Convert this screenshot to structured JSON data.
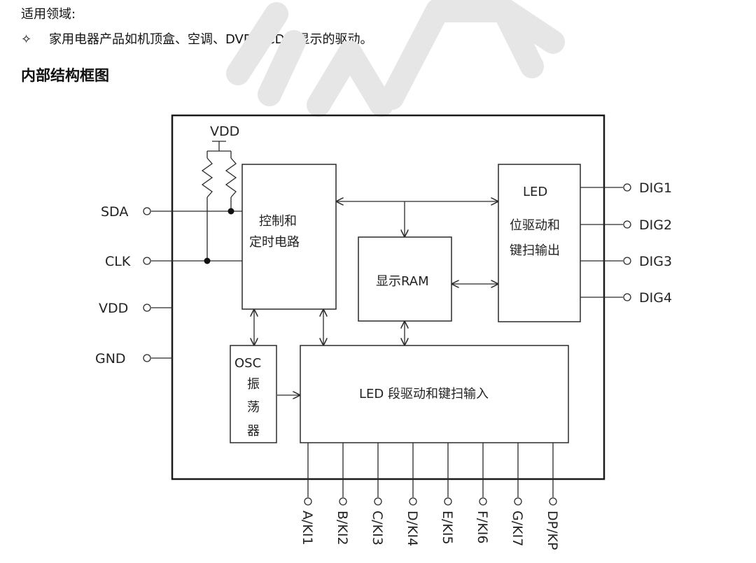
{
  "application": {
    "label": "适用领域:",
    "bullet": "✧",
    "item": "家用电器产品如机顶盒、空调、DVD/VCD等显示的驱动。"
  },
  "section_title": "内部结构框图",
  "diagram": {
    "left_pins": [
      "SDA",
      "CLK",
      "VDD",
      "GND"
    ],
    "supply_label": "VDD",
    "right_pins": [
      "DIG1",
      "DIG2",
      "DIG3",
      "DIG4"
    ],
    "bottom_pins": [
      "A/KI1",
      "B/KI2",
      "C/KI3",
      "D/KI4",
      "E/KI5",
      "F/KI6",
      "G/KI7",
      "DP/KP"
    ],
    "blocks": {
      "control": [
        "控制和",
        "定时电路"
      ],
      "ram": "显示RAM",
      "digit_driver": [
        "LED",
        "位驱动和",
        "键扫输出"
      ],
      "segment_driver": "LED 段驱动和键扫输入",
      "oscillator": [
        "OSC",
        "振",
        "荡",
        "器"
      ]
    }
  }
}
